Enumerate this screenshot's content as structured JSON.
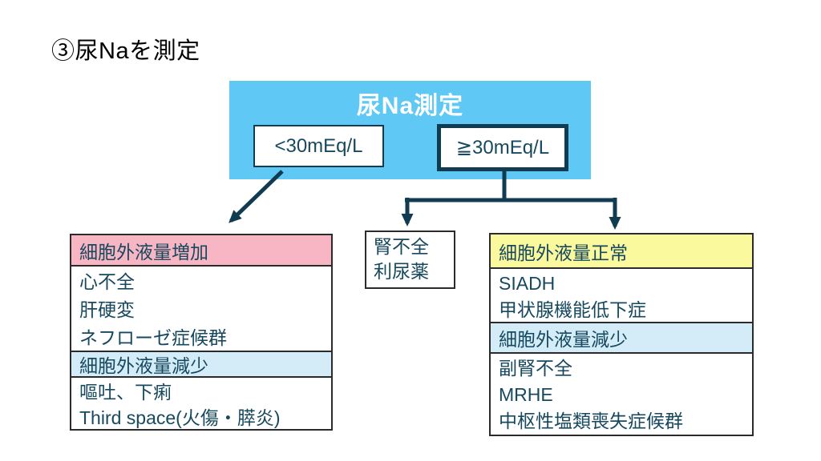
{
  "slide": {
    "title": "③尿Naを測定"
  },
  "flowchart": {
    "root": {
      "title": "尿Na測定",
      "branch_low": "<30mEq/L",
      "branch_high": "≧30mEq/L"
    },
    "left_table": {
      "sections": [
        {
          "header": "細胞外液量増加",
          "items": [
            "心不全",
            "肝硬変",
            "ネフローゼ症候群"
          ]
        },
        {
          "header": "細胞外液量減少",
          "items": [
            "嘔吐、下痢",
            "Third space(火傷・膵炎)"
          ]
        }
      ]
    },
    "middle_box": {
      "items": [
        "腎不全",
        "利尿薬"
      ]
    },
    "right_table": {
      "sections": [
        {
          "header": "細胞外液量正常",
          "items": [
            "SIADH",
            "甲状腺機能低下症"
          ]
        },
        {
          "header": "細胞外液量減少",
          "items": [
            "副腎不全",
            "MRHE",
            "中枢性塩類喪失症候群"
          ]
        }
      ]
    }
  },
  "colors": {
    "sky": "#5FC8F5",
    "dark": "#113B50",
    "teal": "#17495E",
    "pink": "#F8B5C4",
    "ltblue": "#D3ECF8",
    "yellow": "#FBF99E",
    "tblborder": "#2B2B2B"
  }
}
